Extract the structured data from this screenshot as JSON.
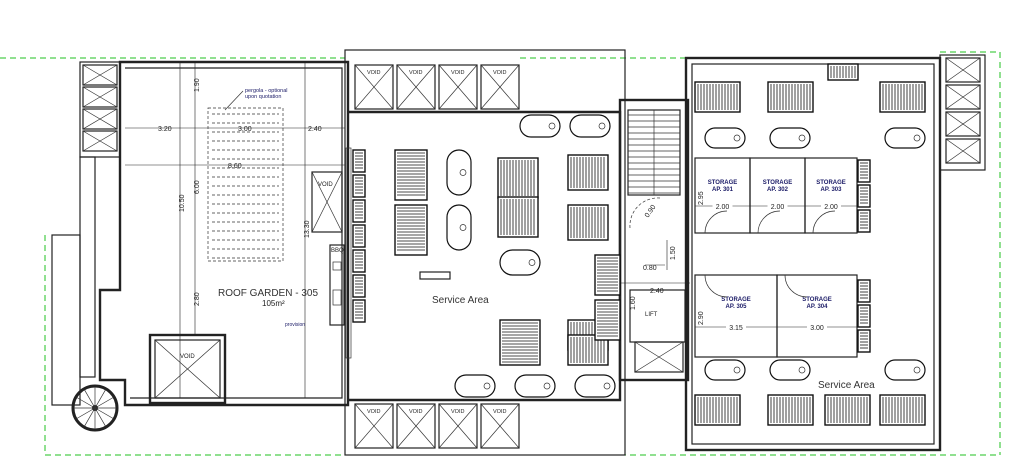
{
  "plan": {
    "roof_garden": {
      "name": "ROOF GARDEN - 305",
      "area": "105m²"
    },
    "pergola_note": [
      "pergola - optional",
      "upon quotation"
    ],
    "bbq_label": "BBQ",
    "provision_label": "provision",
    "void_label": "VOID",
    "service_area_labels": [
      "Service Area",
      "Service Area"
    ],
    "lift_label": "LIFT",
    "storage": [
      {
        "title": "STORAGE",
        "unit": "AP. 301",
        "width": "2.00"
      },
      {
        "title": "STORAGE",
        "unit": "AP. 302",
        "width": "2.00"
      },
      {
        "title": "STORAGE",
        "unit": "AP. 303",
        "width": "2.00"
      },
      {
        "title": "STORAGE",
        "unit": "AP. 305",
        "width": "3.15"
      },
      {
        "title": "STORAGE",
        "unit": "AP. 304",
        "width": "3.00"
      }
    ],
    "dimensions": {
      "d_190": "1.90",
      "d_320": "3.20",
      "d_300": "3.00",
      "d_240": "2.40",
      "d_860": "8.60",
      "d_1050": "10.50",
      "d_600": "6.00",
      "d_1330": "13.30",
      "d_280": "2.80",
      "d_090": "0.90",
      "d_295": "2.95",
      "d_150": "1.50",
      "d_080": "0.80",
      "d_240b": "2.40",
      "d_160": "1.60",
      "d_290": "2.90"
    }
  }
}
